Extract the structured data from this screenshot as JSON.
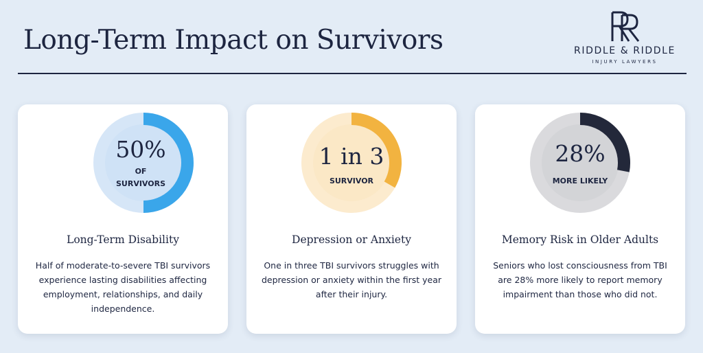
{
  "header": {
    "title": "Long-Term Impact on Survivors"
  },
  "logo": {
    "monogram": "RR",
    "name": "RIDDLE & RIDDLE",
    "tagline": "INJURY LAWYERS"
  },
  "cards": [
    {
      "stat": "50%",
      "sublabel_line1": "OF",
      "sublabel_line2": "SURVIVORS",
      "heading": "Long-Term Disability",
      "body": "Half of moderate-to-severe TBI survivors experience lasting disabilities affecting employment, relationships, and daily independence.",
      "ring_fraction": 0.5,
      "accent_color": "#3aa6ea",
      "circle_color": "#cfe2f6"
    },
    {
      "stat": "1 in 3",
      "sublabel_line1": "SURVIVOR",
      "sublabel_line2": "",
      "heading": "Depression or Anxiety",
      "body": "One in three TBI survivors struggles with depression or anxiety within the first year after their injury.",
      "ring_fraction": 0.333,
      "accent_color": "#f2b340",
      "circle_color": "#fbe8c6"
    },
    {
      "stat": "28%",
      "sublabel_line1": "MORE LIKELY",
      "sublabel_line2": "",
      "heading": "Memory Risk in Older Adults",
      "body": "Seniors who lost consciousness from TBI are 28% more likely to report memory impairment than those who did not.",
      "ring_fraction": 0.28,
      "accent_color": "#23283a",
      "circle_color": "#d3d4d7"
    }
  ]
}
